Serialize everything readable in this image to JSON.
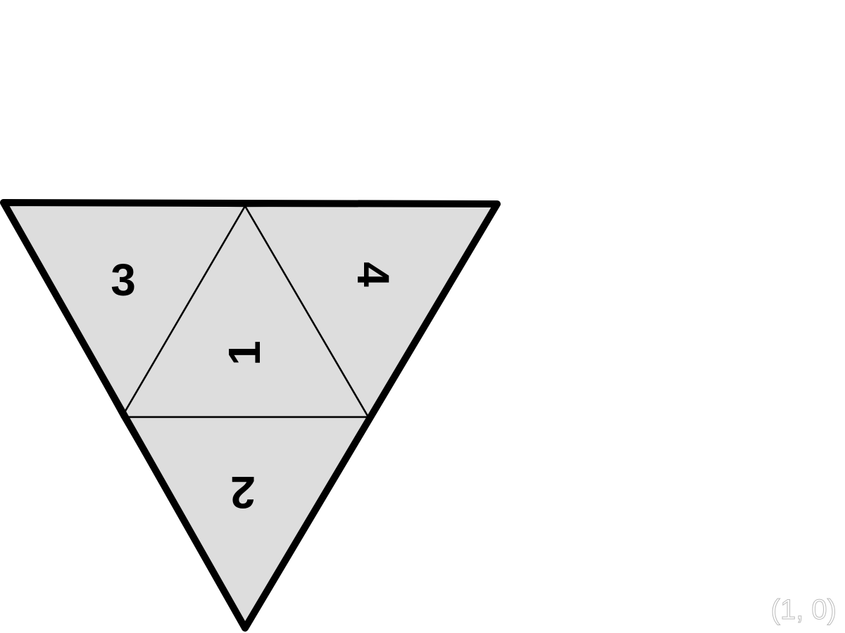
{
  "net": {
    "faces": [
      {
        "id": "top-left",
        "label": "3"
      },
      {
        "id": "top-right",
        "label": "4"
      },
      {
        "id": "center",
        "label": "1"
      },
      {
        "id": "bottom",
        "label": "2"
      }
    ]
  },
  "corner_mark": "(1, 0)",
  "colors": {
    "face_fill": "#dddddd",
    "edge": "#000000",
    "background": "#ffffff"
  }
}
